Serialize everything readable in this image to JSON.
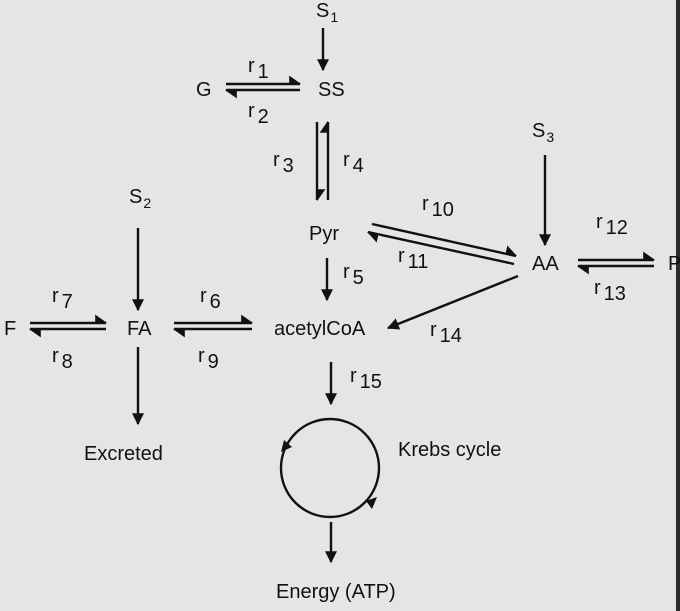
{
  "nodes": {
    "s1": "S1",
    "g": "G",
    "ss": "SS",
    "s3": "S3",
    "s2": "S2",
    "pyr": "Pyr",
    "aa": "AA",
    "p": "P",
    "f": "F",
    "fa": "FA",
    "acetylcoa": "acetylCoA",
    "excreted": "Excreted",
    "krebs": "Krebs cycle",
    "energy": "Energy (ATP)"
  },
  "reactions": {
    "r1": "1",
    "r2": "2",
    "r3": "3",
    "r4": "4",
    "r5": "5",
    "r6": "6",
    "r7": "7",
    "r8": "8",
    "r9": "9",
    "r10": "10",
    "r11": "11",
    "r12": "12",
    "r13": "13",
    "r14": "14",
    "r15": "15"
  },
  "reaction_prefix": "r",
  "colors": {
    "background": "#e5e5e5",
    "ink": "#111111",
    "frame": "#2b2b2b"
  }
}
